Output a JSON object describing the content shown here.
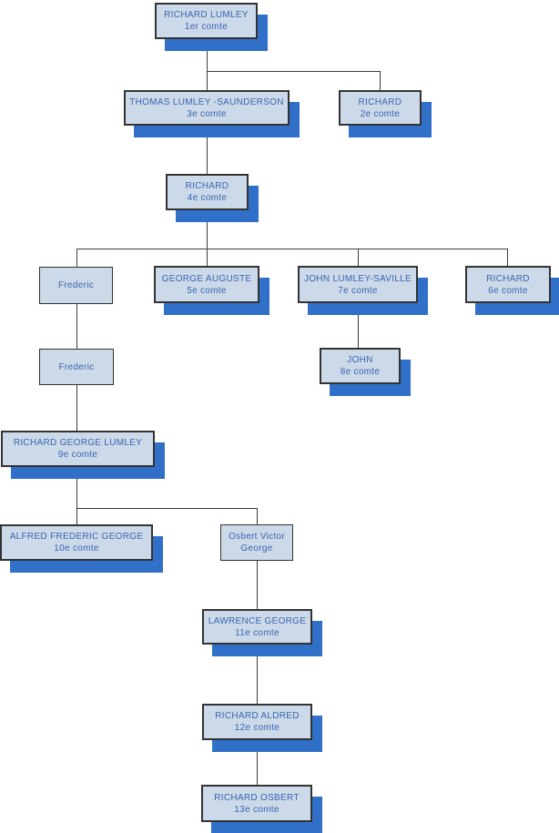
{
  "diagram_type": "family-tree-org-chart",
  "colors": {
    "box_fill": "#ccd9e8",
    "box_border": "#333333",
    "box_shadow": "#3070c8",
    "text": "#3a66b2",
    "connector": "#3c3c3c",
    "background": "#ffffff"
  },
  "nodes": {
    "n1": {
      "line1": "RICHARD LUMLEY",
      "line2": "1er comte"
    },
    "n2": {
      "line1": "THOMAS LUMLEY -SAUNDERSON",
      "line2": "3e comte"
    },
    "n3": {
      "line1": "RICHARD",
      "line2": "2e comte"
    },
    "n4": {
      "line1": "RICHARD",
      "line2": "4e comte"
    },
    "n5": {
      "line1": "Frederic"
    },
    "n6": {
      "line1": "GEORGE AUGUSTE",
      "line2": "5e comte"
    },
    "n7": {
      "line1": "JOHN LUMLEY-SAVILLE",
      "line2": "7e comte"
    },
    "n8": {
      "line1": "RICHARD",
      "line2": "6e comte"
    },
    "n9": {
      "line1": "Frederic"
    },
    "n10": {
      "line1": "JOHN",
      "line2": "8e comte"
    },
    "n11": {
      "line1": "RICHARD GEORGE LUMLEY",
      "line2": "9e comte"
    },
    "n12": {
      "line1": "ALFRED FREDERIC GEORGE",
      "line2": "10e comte"
    },
    "n13": {
      "line1": "Osbert Victor",
      "line2": "George"
    },
    "n14": {
      "line1": "LAWRENCE GEORGE",
      "line2": "11e comte"
    },
    "n15": {
      "line1": "RICHARD ALDRED",
      "line2": "12e comte"
    },
    "n16": {
      "line1": "RICHARD OSBERT",
      "line2": "13e comte"
    }
  }
}
